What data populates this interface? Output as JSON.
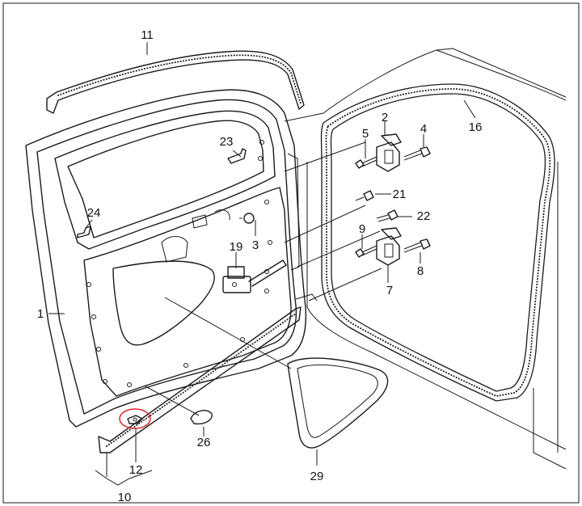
{
  "callouts": [
    {
      "id": "1",
      "text": "1"
    },
    {
      "id": "2",
      "text": "2"
    },
    {
      "id": "3",
      "text": "3"
    },
    {
      "id": "4",
      "text": "4"
    },
    {
      "id": "5",
      "text": "5"
    },
    {
      "id": "7",
      "text": "7"
    },
    {
      "id": "8",
      "text": "8"
    },
    {
      "id": "9",
      "text": "9"
    },
    {
      "id": "10",
      "text": "10"
    },
    {
      "id": "11",
      "text": "11"
    },
    {
      "id": "12",
      "text": "12"
    },
    {
      "id": "16",
      "text": "16"
    },
    {
      "id": "19",
      "text": "19"
    },
    {
      "id": "21",
      "text": "21"
    },
    {
      "id": "22",
      "text": "22"
    },
    {
      "id": "23",
      "text": "23"
    },
    {
      "id": "24",
      "text": "24"
    },
    {
      "id": "26",
      "text": "26"
    },
    {
      "id": "29",
      "text": "29"
    }
  ],
  "highlight": {
    "part": "12",
    "color": "#e0252b"
  }
}
